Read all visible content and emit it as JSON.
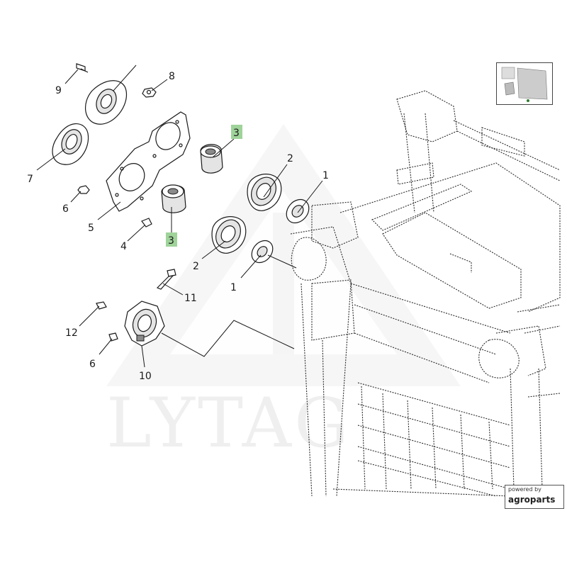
{
  "diagram": {
    "watermark": "LYTAG",
    "callouts": [
      {
        "id": "c1",
        "text": "9"
      },
      {
        "id": "c2",
        "text": "8"
      },
      {
        "id": "c3",
        "text": "7"
      },
      {
        "id": "c4",
        "text": "6"
      },
      {
        "id": "c5",
        "text": "5"
      },
      {
        "id": "c6",
        "text": "4"
      },
      {
        "id": "c7",
        "text": "3"
      },
      {
        "id": "c8",
        "text": "3"
      },
      {
        "id": "c9",
        "text": "2"
      },
      {
        "id": "c10",
        "text": "2"
      },
      {
        "id": "c11",
        "text": "1"
      },
      {
        "id": "c12",
        "text": "1"
      },
      {
        "id": "c13",
        "text": "11"
      },
      {
        "id": "c14",
        "text": "12"
      },
      {
        "id": "c15",
        "text": "6"
      },
      {
        "id": "c16",
        "text": "10"
      }
    ],
    "highlight_color": "#9fd39a"
  },
  "badge": {
    "small_text": "powered by",
    "brand_text": "agroparts"
  }
}
